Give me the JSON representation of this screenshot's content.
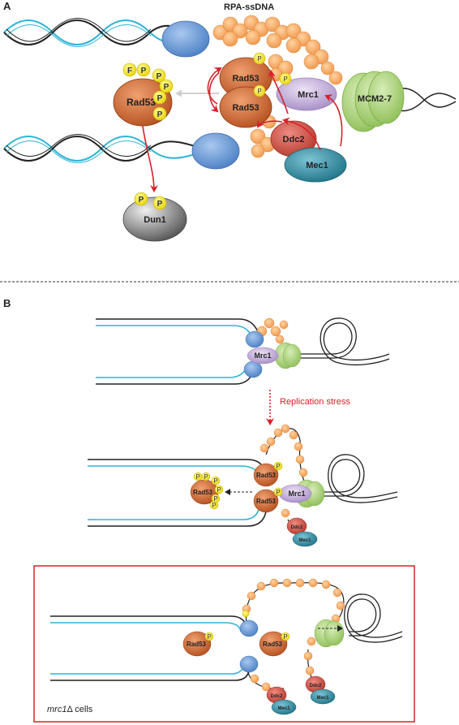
{
  "panel_a": {
    "label": "A",
    "rpa_label": "RPA-ssDNA",
    "rad53_free": "Rad53",
    "rad53_upper": "Rad53",
    "rad53_lower": "Rad53",
    "mrc1": "Mrc1",
    "mcm": "MCM2-7",
    "ddc2": "Ddc2",
    "mec1": "Mec1",
    "dun1": "Dun1",
    "p": "P",
    "f": "F"
  },
  "panel_b": {
    "label": "B",
    "mrc1_top": "Mrc1",
    "stress": "Replication stress",
    "rad53_free": "Rad53",
    "rad53_upper": "Rad53",
    "rad53_lower": "Rad53",
    "mrc1_mid": "Mrc1",
    "ddc2_mid": "Ddc2",
    "mec1_mid": "Mec1",
    "box_rad53_left": "Rad53",
    "box_rad53_right": "Rad53",
    "box_ddc2_left": "Ddc2",
    "box_mec1_left": "Mec1",
    "box_ddc2_right": "Ddc2",
    "box_mec1_right": "Mec1",
    "mrc1_cells_gene": "mrc1",
    "mrc1_cells_delta": "Δ",
    "mrc1_cells_suffix": " cells"
  },
  "colors": {
    "dna_blue": "#2fb4d8",
    "dna_black": "#222222",
    "rad53": "#c8612e",
    "mrc1": "#c9b6dc",
    "mcm": "#a8cf72",
    "ddc2": "#c94a3c",
    "mec1": "#2e8fa3",
    "rpa": "#f3a55c",
    "phospho": "#f4e620",
    "arrow_red": "#d8202a",
    "dun1": "#a8a8a8",
    "pol": "#6b9bd4"
  }
}
